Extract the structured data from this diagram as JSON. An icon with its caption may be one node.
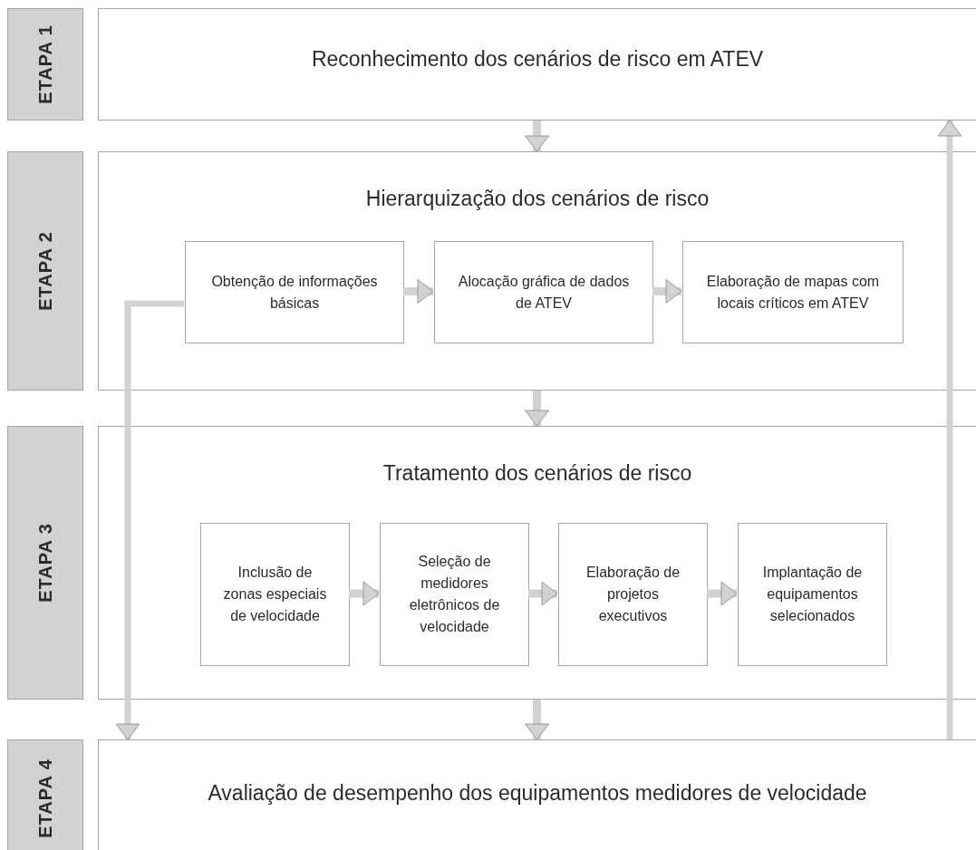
{
  "diagram": {
    "nodes": [
      {
        "text": [
          "ETAPA 1"
        ]
      },
      {
        "text": [
          "Reconhecimento dos cenários de risco em ATEV"
        ]
      },
      {
        "text": [
          "ETAPA 2"
        ]
      },
      {
        "text": [
          "Hierarquização dos cenários de risco"
        ]
      },
      {
        "text": [
          "Obtenção de informações básicas"
        ],
        "in": 3
      },
      {
        "text": [
          "Alocação gráfica de dados de ATEV"
        ],
        "in": 3
      },
      {
        "text": [
          "Elaboração de mapas com locais críticos em ATEV"
        ],
        "in": 3
      },
      {
        "text": [
          "ETAPA 3"
        ]
      },
      {
        "text": [
          "Tratamento dos cenários de risco"
        ]
      },
      {
        "text": [
          "Inclusão de zonas especiais de velocidade"
        ],
        "in": 8
      },
      {
        "text": [
          "Seleção de medidores eletrônicos de velocidade"
        ],
        "in": 8
      },
      {
        "text": [
          "Elaboração de projetos executivos"
        ],
        "in": 8
      },
      {
        "text": [
          "Implantação de equipamentos selecionados"
        ],
        "in": 8
      },
      {
        "text": [
          "ETAPA 4"
        ]
      },
      {
        "text": [
          "Avaliação de desempenho dos equipamentos medidores de velocidade"
        ]
      }
    ],
    "edges": [
      {
        "from": 1,
        "to": 3,
        "arrow": "to"
      },
      {
        "from": 3,
        "to": 8,
        "arrow": "to"
      },
      {
        "from": 8,
        "to": 14,
        "arrow": "to"
      },
      {
        "from": 4,
        "to": 5,
        "arrow": "to"
      },
      {
        "from": 5,
        "to": 6,
        "arrow": "to"
      },
      {
        "from": 9,
        "to": 10,
        "arrow": "to"
      },
      {
        "from": 10,
        "to": 11,
        "arrow": "to"
      },
      {
        "from": 11,
        "to": 12,
        "arrow": "to"
      },
      {
        "from": 4,
        "to": 14,
        "arrow": "to"
      },
      {
        "from": 14,
        "to": 1,
        "arrow": "to"
      }
    ]
  }
}
